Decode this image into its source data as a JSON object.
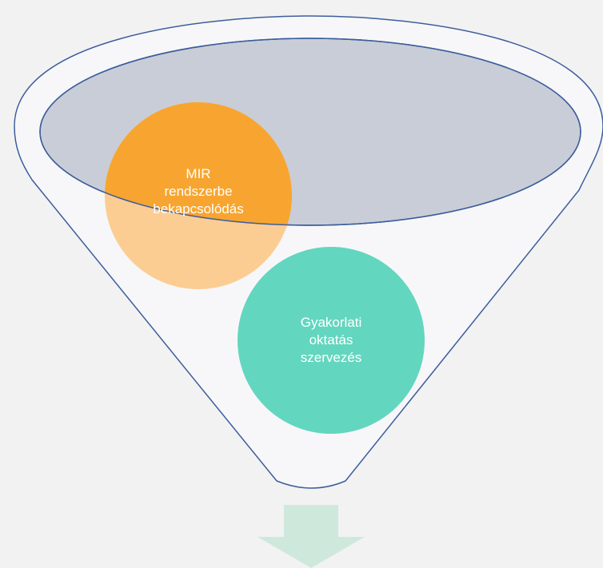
{
  "diagram": {
    "circles": [
      {
        "id": "mir",
        "lines": [
          "MIR",
          "rendszerbe",
          "bekapcsolódás"
        ],
        "color": "#f7a530",
        "color_light": "#fbcd93"
      },
      {
        "id": "gyakorlati",
        "lines": [
          "Gyakorlati",
          "oktatás",
          "szervezés"
        ],
        "color": "#63d6bf"
      }
    ],
    "funnel": {
      "body_color": "#f7f7f9",
      "opening_color": "#c9cdd7",
      "outline_color": "#3c5e9c"
    },
    "arrow_color": "#cfe8dc"
  }
}
